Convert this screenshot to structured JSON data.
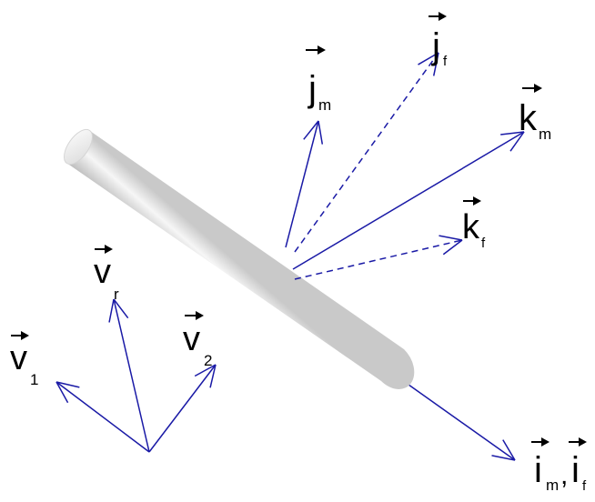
{
  "colors": {
    "arrow": "#1a1aa6",
    "label": "#000000",
    "background": "#ffffff",
    "cylinder_light": "#f4f4f4",
    "cylinder_dark": "#b8b8b8"
  },
  "vectors": {
    "i": {
      "main": "i",
      "sub": "m",
      "main2": "i",
      "sub2": "f",
      "separator": ","
    },
    "j_m": {
      "main": "j",
      "sub": "m"
    },
    "j_f": {
      "main": "j",
      "sub": "f"
    },
    "k_m": {
      "main": "k",
      "sub": "m"
    },
    "k_f": {
      "main": "k",
      "sub": "f"
    },
    "v_r": {
      "main": "v",
      "sub": "r"
    },
    "v_1": {
      "main": "v",
      "sub": "1"
    },
    "v_2": {
      "main": "v",
      "sub": "2"
    }
  }
}
